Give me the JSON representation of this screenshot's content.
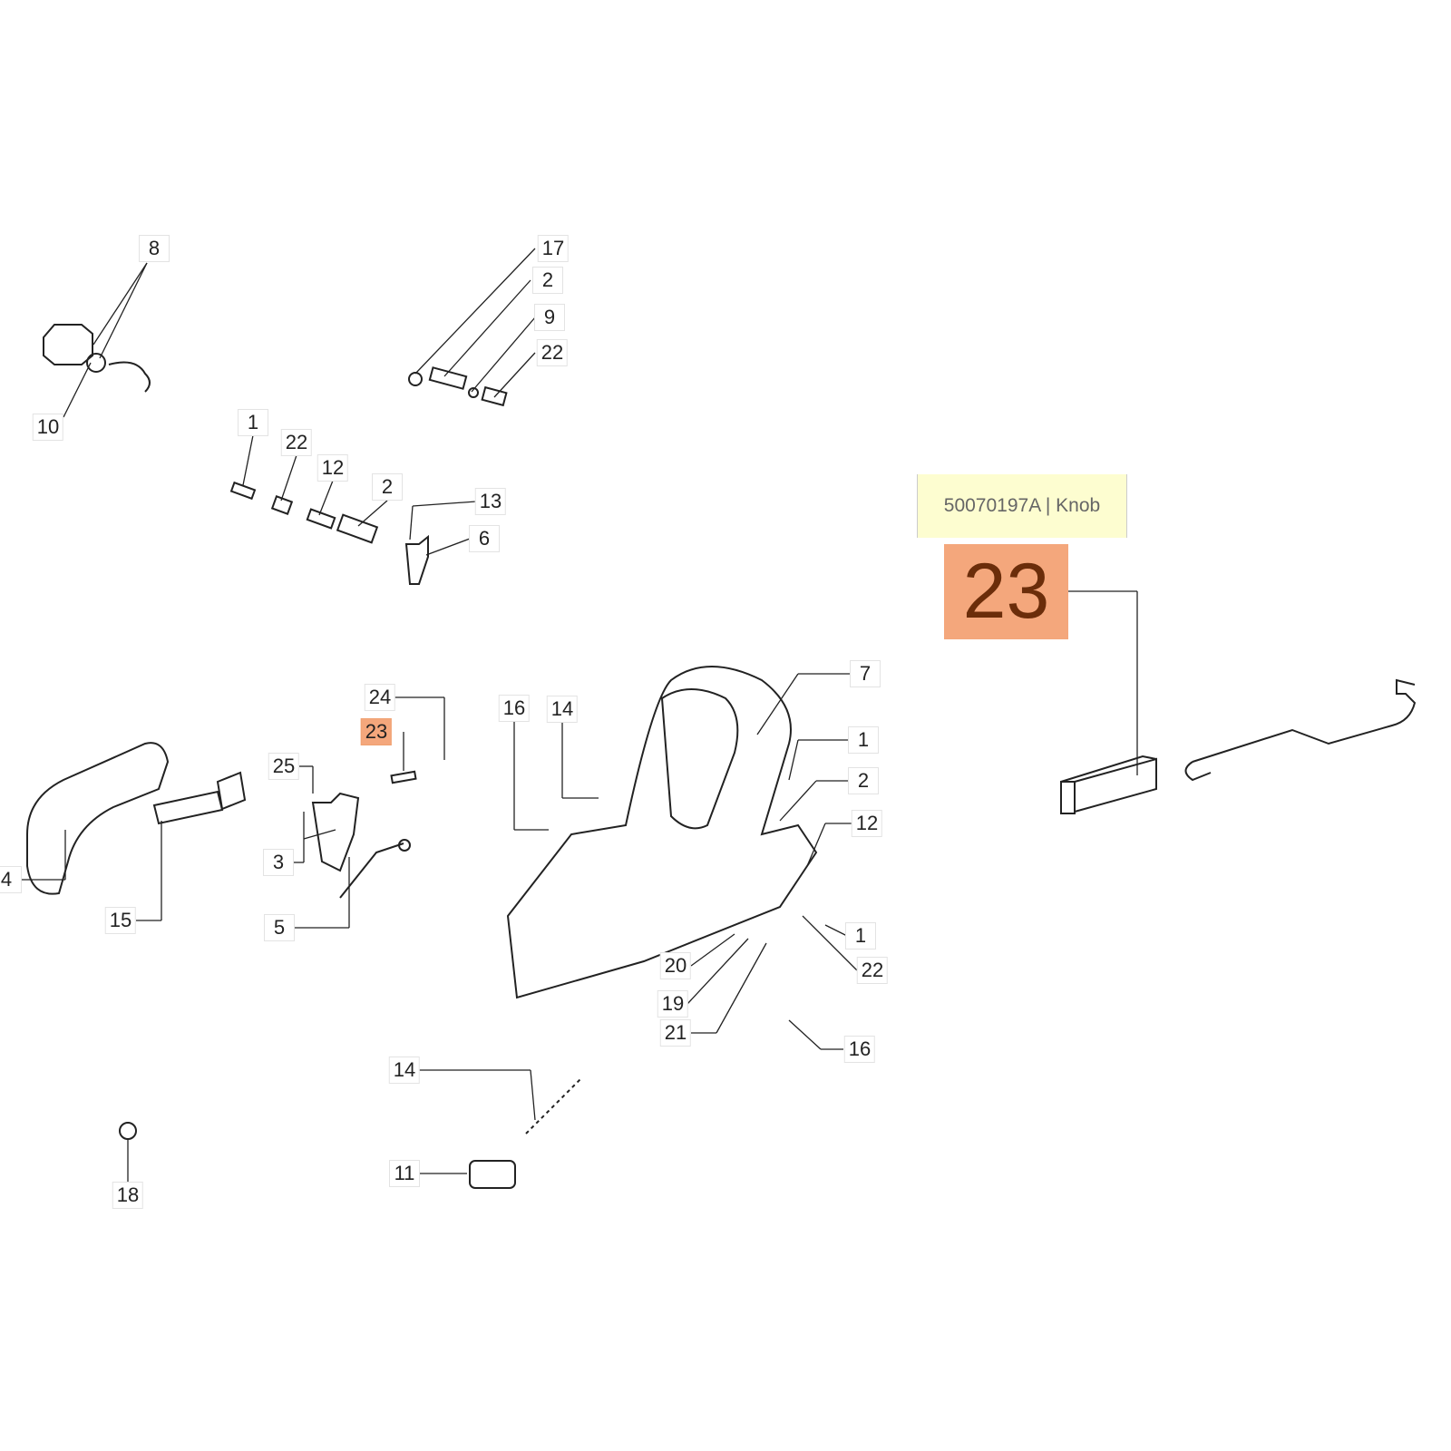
{
  "tooltip": {
    "text": "50070197A | Knob"
  },
  "selected": {
    "label": "23"
  },
  "colors": {
    "highlight": "#f4a77c",
    "tooltip_bg": "#fdfdd0",
    "line": "#222222"
  },
  "labels": [
    "8",
    "10",
    "17",
    "2",
    "9",
    "22",
    "1",
    "22",
    "12",
    "2",
    "13",
    "6",
    "24",
    "23",
    "16",
    "14",
    "7",
    "1",
    "2",
    "12",
    "25",
    "3",
    "4",
    "15",
    "5",
    "1",
    "22",
    "20",
    "19",
    "21",
    "16",
    "14",
    "11",
    "18"
  ]
}
